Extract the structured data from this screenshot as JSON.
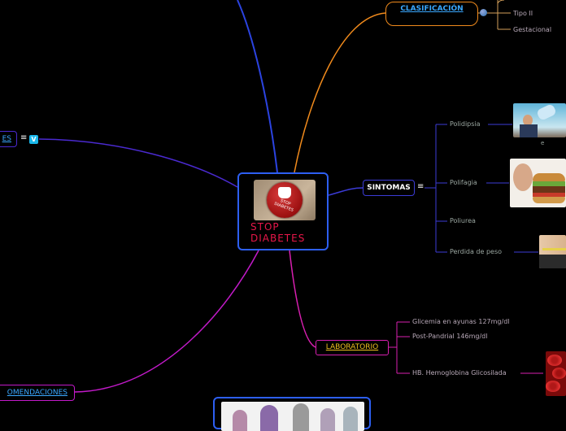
{
  "central": {
    "title": "STOP\nDIABETES",
    "badge_text": "STOP\nDIABETES"
  },
  "clasificacion": {
    "label": "CLASIFICACIÓN",
    "children": [
      "Tipo II",
      "Gestacional"
    ]
  },
  "sintomas": {
    "label": "SINTOMAS",
    "children": [
      "Polidipsia",
      "Polifagia",
      "Poliurea",
      "Perdida de peso"
    ],
    "caption": "e"
  },
  "laboratorio": {
    "label": "LABORATORIO",
    "children": [
      "Glicemia en ayunas 127mg/dl",
      "Post-Pandrial 146mg/dl",
      "HB. Hemoglobina Glicosilada"
    ]
  },
  "left_top_node": {
    "label": "ES"
  },
  "left_bottom_node": {
    "label": "OMENDACIONES"
  },
  "menu_glyph": "≡",
  "colors": {
    "clasificacion": "#f08a1c",
    "sintomas": "#3b3bd6",
    "laboratorio": "#d81fb0",
    "left_top": "#4a2ad0",
    "left_bottom": "#c21ac9",
    "central": "#2d5ff2"
  }
}
